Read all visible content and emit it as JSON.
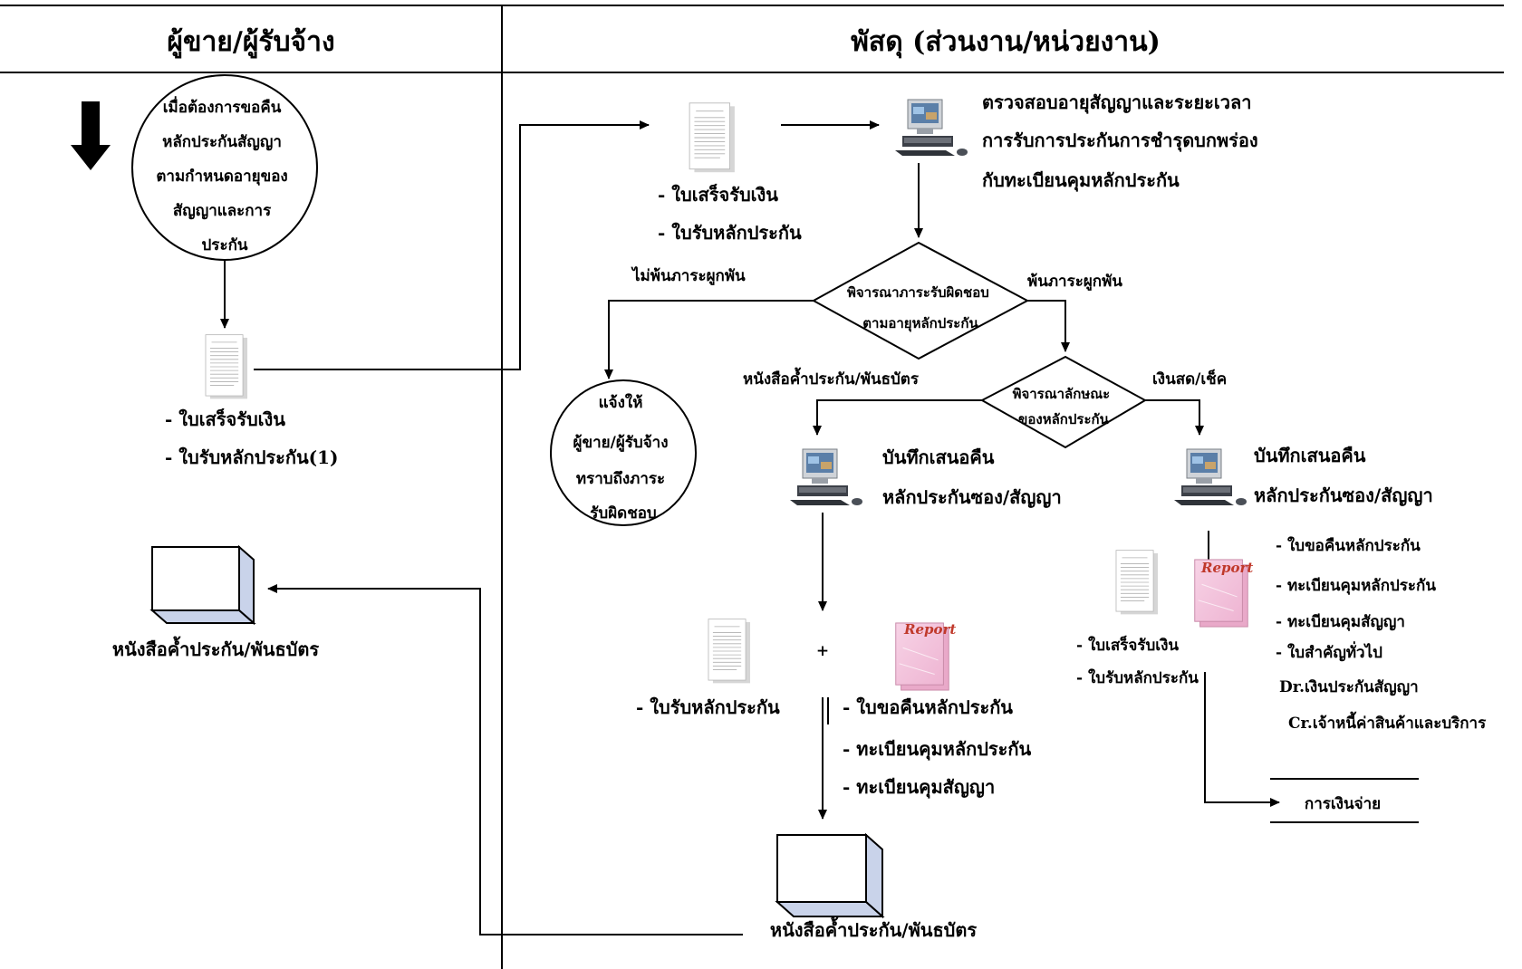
{
  "headers": {
    "left": "ผู้ขาย/ผู้รับจ้าง",
    "right": "พัสดุ (ส่วนงาน/หน่วยงาน)"
  },
  "start_circle": [
    "เมื่อต้องการขอคืน",
    "หลักประกันสัญญา",
    "ตามกำหนดอายุของ",
    "สัญญาและการ",
    "ประกัน"
  ],
  "vendor_docs": [
    "- ใบเสร็จรับเงิน",
    "- ใบรับหลักประกัน(1)"
  ],
  "vendor_box_label": "หนังสือค้ำประกัน/พันธบัตร",
  "check_step": {
    "docs": [
      "- ใบเสร็จรับเงิน",
      "- ใบรับหลักประกัน"
    ],
    "text": [
      "ตรวจสอบอายุสัญญาและระยะเวลา",
      "การรับการประกันการชำรุดบกพร่อง",
      "กับทะเบียนคุมหลักประกัน"
    ]
  },
  "decision1": {
    "text": [
      "พิจารณาภาระรับผิดชอบ",
      "ตามอายุหลักประกัน"
    ],
    "no_label": "ไม่พ้นภาระผูกพัน",
    "yes_label": "พ้นภาระผูกพัน"
  },
  "notify_circle": [
    "แจ้งให้",
    "ผู้ขาย/ผู้รับจ้าง",
    "ทราบถึงภาระ",
    "รับผิดชอบ"
  ],
  "decision2": {
    "text": [
      "พิจารณาลักษณะ",
      "ของหลักประกัน"
    ],
    "left_label": "หนังสือค้ำประกัน/พันธบัตร",
    "right_label": "เงินสด/เช็ค"
  },
  "record_left": [
    "บันทึกเสนอคืน",
    "หลักประกันซอง/สัญญา"
  ],
  "record_right": [
    "บันทึกเสนอคืน",
    "หลักประกันซอง/สัญญา"
  ],
  "left_branch": {
    "doc_label": "- ใบรับหลักประกัน",
    "plus": "+",
    "report_word": "Report",
    "report_items": [
      "- ใบขอคืนหลักประกัน",
      "- ทะเบียนคุมหลักประกัน",
      "- ทะเบียนคุมสัญญา"
    ],
    "box_label": "หนังสือค้ำประกัน/พันธบัตร"
  },
  "right_branch": {
    "doc_items": [
      "- ใบเสร็จรับเงิน",
      "- ใบรับหลักประกัน"
    ],
    "plus": "+",
    "report_word": "Report",
    "report_items": [
      "- ใบขอคืนหลักประกัน",
      "- ทะเบียนคุมหลักประกัน",
      "- ทะเบียนคุมสัญญา",
      "- ใบสำคัญทั่วไป"
    ],
    "journal": [
      "Dr.เงินประกันสัญญา",
      "Cr.เจ้าหนี้ค่าสินค้าและบริการ"
    ],
    "end_label": "การเงินจ่าย"
  },
  "colors": {
    "line": "#000000",
    "box_side": "#c9d3ea",
    "report_pink": "#f4c6de",
    "report_text": "#c0392b",
    "monitor_screen": "#5b7fa8"
  }
}
